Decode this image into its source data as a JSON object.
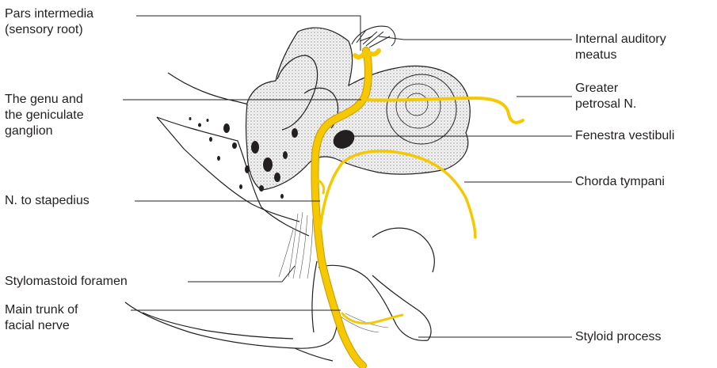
{
  "labels": {
    "pars_intermedia": [
      "Pars intermedia",
      "(sensory root)"
    ],
    "genu": [
      "The genu and",
      "the geniculate",
      "ganglion"
    ],
    "n_stapedius": [
      "N. to stapedius"
    ],
    "stylomastoid": [
      "Stylomastoid foramen"
    ],
    "main_trunk": [
      "Main trunk of",
      "facial nerve"
    ],
    "internal_auditory": [
      "Internal auditory",
      "meatus"
    ],
    "greater_petrosal": [
      "Greater",
      "petrosal N."
    ],
    "fenestra": [
      "Fenestra vestibuli"
    ],
    "chorda": [
      "Chorda tympani"
    ],
    "styloid": [
      "Styloid process"
    ]
  },
  "colors": {
    "nerve": "#f5c800",
    "nerve_edge": "#c99a00",
    "outline": "#231f20",
    "stipple": "#9a9a9a",
    "bone_fill": "#e9e9e9",
    "leader": "#231f20"
  }
}
